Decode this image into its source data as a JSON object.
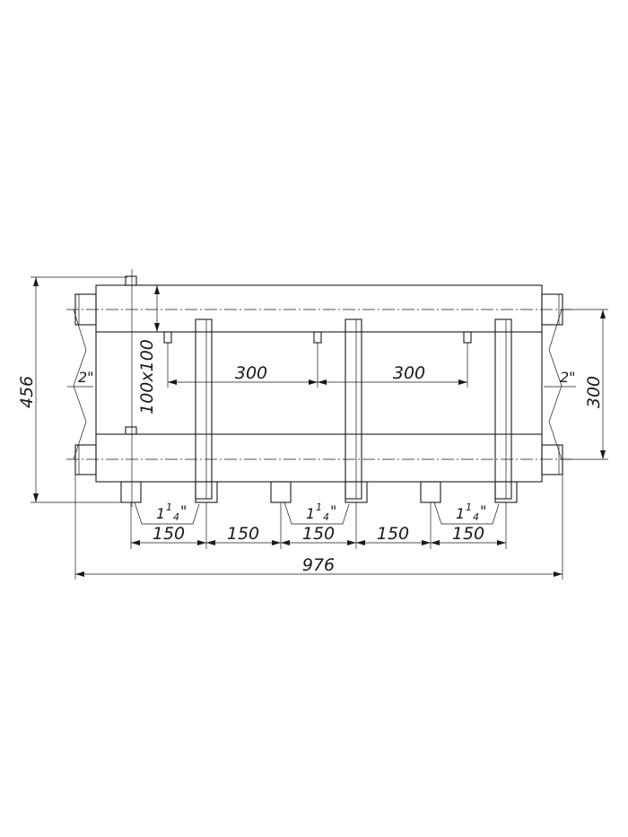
{
  "dimensions": {
    "total_height": "456",
    "total_width": "976",
    "pipe_size": "100x100",
    "header_spacing": "300",
    "outlet_spacing": [
      "300",
      "300"
    ],
    "segment_spacing": [
      "150",
      "150",
      "150",
      "150",
      "150"
    ],
    "main_thread": "2\"",
    "outlet_thread_whole": "1",
    "outlet_thread_num": "1",
    "outlet_thread_den": "4",
    "outlet_thread_quote": "\""
  }
}
